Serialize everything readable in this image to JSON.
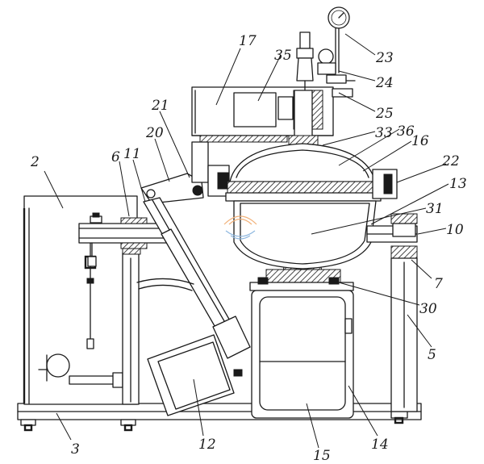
{
  "labels": {
    "n2": "2",
    "n3": "3",
    "n5": "5",
    "n6": "6",
    "n7": "7",
    "n10": "10",
    "n11": "11",
    "n12": "12",
    "n13": "13",
    "n14": "14",
    "n15": "15",
    "n16": "16",
    "n17": "17",
    "n20": "20",
    "n21": "21",
    "n22": "22",
    "n23": "23",
    "n24": "24",
    "n25": "25",
    "n30": "30",
    "n31": "31",
    "n33": "33",
    "n35": "35",
    "n36": "36"
  },
  "colors": {
    "ink": "#1a1a1a",
    "watermark_orange": "#f2b27a",
    "watermark_blue": "#8fb8e0"
  }
}
